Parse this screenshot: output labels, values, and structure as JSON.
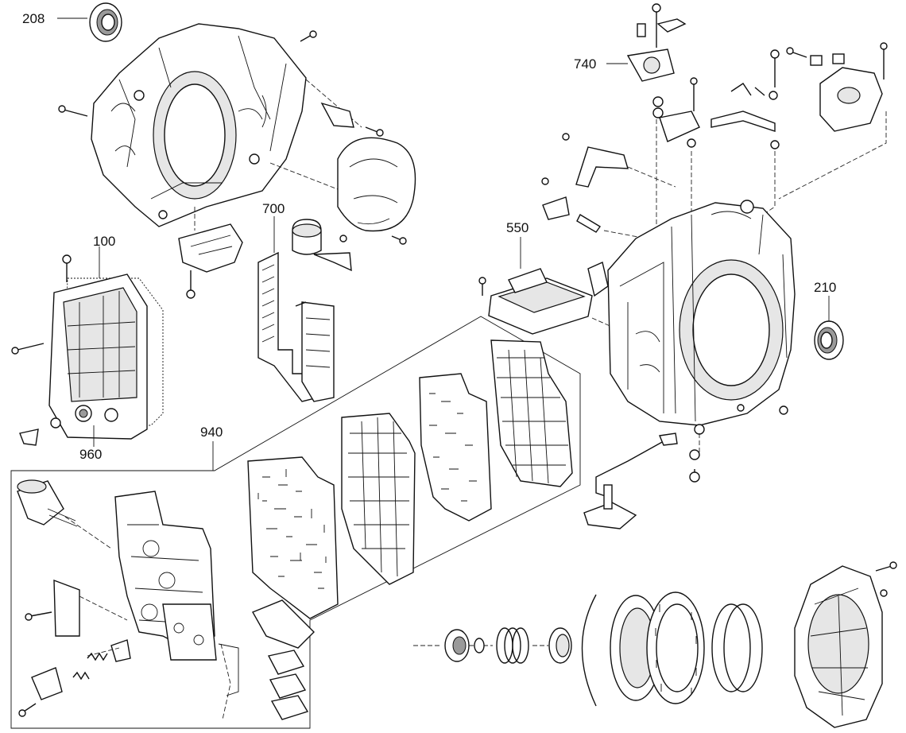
{
  "labels": {
    "p208": "208",
    "p740": "740",
    "p700": "700",
    "p100": "100",
    "p550": "550",
    "p210": "210",
    "p960": "960",
    "p940": "940"
  },
  "icons": [
    "seal-ring-icon",
    "bolt-icon",
    "valve-body-icon",
    "housing-icon",
    "solenoid-icon",
    "clutch-drum-icon"
  ]
}
